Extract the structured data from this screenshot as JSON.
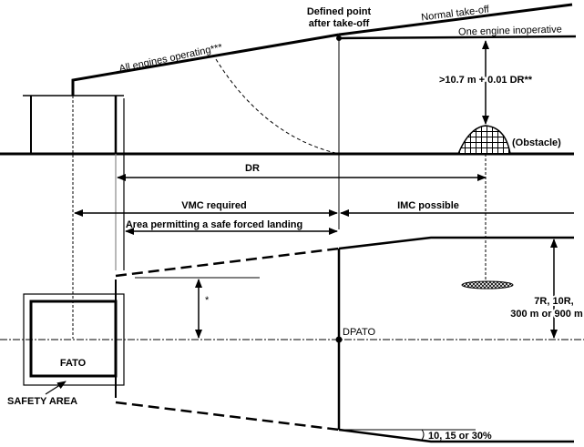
{
  "labels": {
    "defined_point_1": "Defined point",
    "defined_point_2": "after take-off",
    "normal_takeoff": "Normal take-off",
    "one_engine": "One engine inoperative",
    "all_engines": "All engines operating***",
    "clearance": ">10.7 m + 0.01 DR**",
    "obstacle": "(Obstacle)",
    "dr": "DR",
    "vmc": "VMC required",
    "imc": "IMC possible",
    "forced_landing": "Area permitting a safe forced landing",
    "asterisk": "*",
    "dpato": "DPATO",
    "width_1": "7R, 10R,",
    "width_2": "300 m or 900 m",
    "fato": "FATO",
    "safety_area": "SAFETY AREA",
    "splay": "10, 15 or 30%"
  },
  "colors": {
    "line": "#000000",
    "background": "#ffffff"
  }
}
